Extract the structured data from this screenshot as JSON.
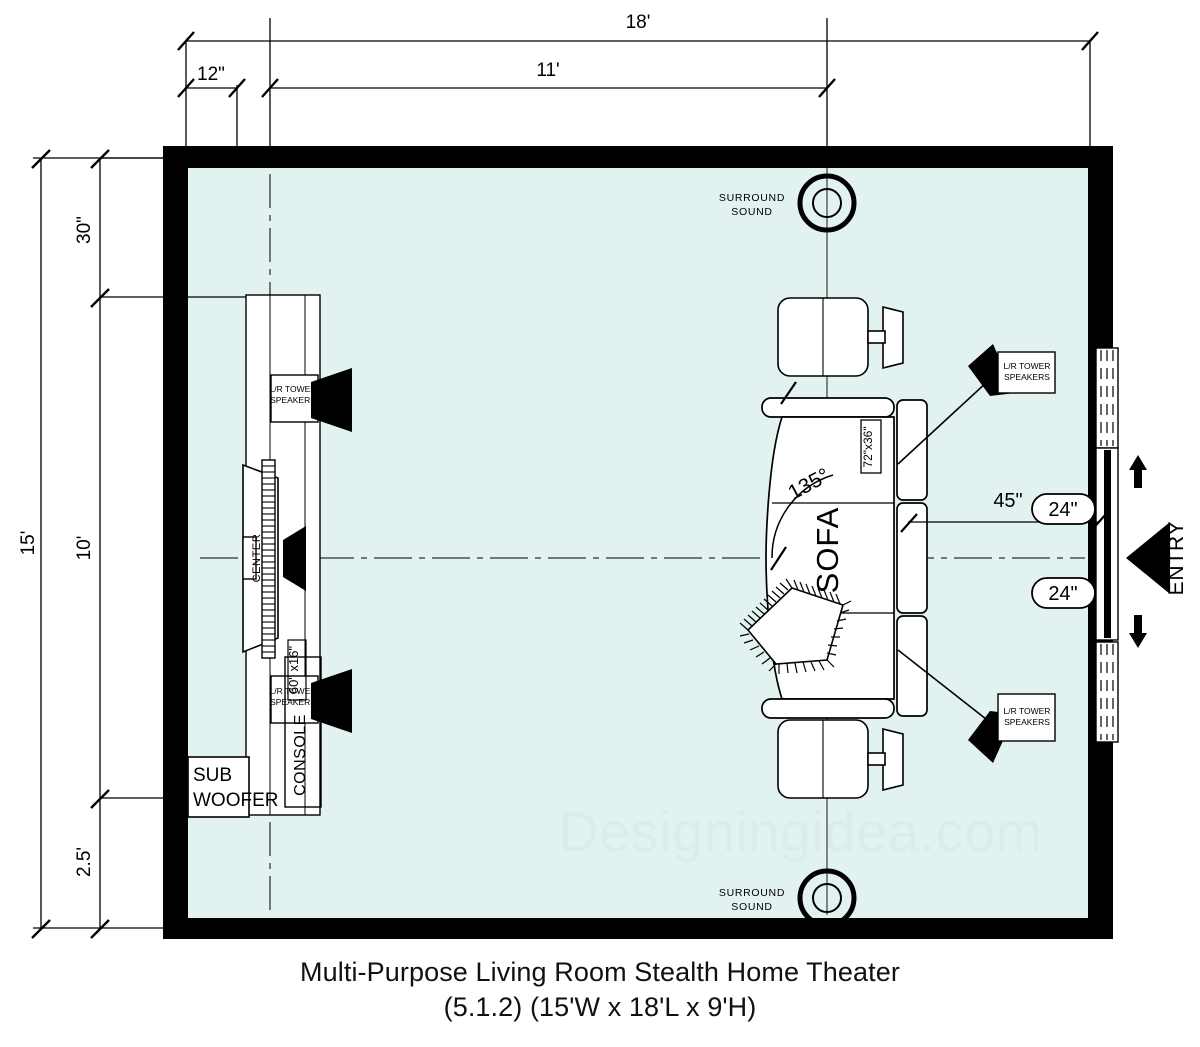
{
  "drawing": {
    "title_line1": "Multi-Purpose Living Room Stealth Home Theater",
    "title_line2": "(5.1.2)  (15'W x 18'L x 9'H)",
    "watermark": "Designingidea.com",
    "colors": {
      "room_fill": "#e2f2f0",
      "wall": "#000000",
      "line": "#000000",
      "watermark": "#dceeeb",
      "furniture_fill": "#ffffff"
    }
  },
  "dimensions": {
    "top_overall": "18'",
    "top_inner": "11'",
    "top_small": "12\"",
    "left_overall": "15'",
    "left_top": "30\"",
    "left_middle": "10'",
    "left_bottom": "2.5'"
  },
  "labels": {
    "surround_top_line1": "SURROUND",
    "surround_top_line2": "SOUND",
    "surround_bottom_line1": "SURROUND",
    "surround_bottom_line2": "SOUND",
    "tower_tl_line1": "L/R TOWER",
    "tower_tl_line2": "SPEAKERS",
    "tower_bl_line1": "L/R TOWER",
    "tower_bl_line2": "SPEAKERS",
    "tower_tr_line1": "L/R TOWER",
    "tower_tr_line2": "SPEAKERS",
    "tower_br_line1": "L/R TOWER",
    "tower_br_line2": "SPEAKERS",
    "center_channel": "CENTER",
    "console": "CONSOLE",
    "console_size": "60\" x16\"",
    "subwoofer_line1": "SUB",
    "subwoofer_line2": "WOOFER",
    "sofa": "SOFA",
    "sofa_size": "72\"x36\"",
    "sofa_angle": "135°",
    "entry": "ENTRY",
    "clearance_45": "45\"",
    "badge_24_top": "24\"",
    "badge_24_bottom": "24\""
  }
}
